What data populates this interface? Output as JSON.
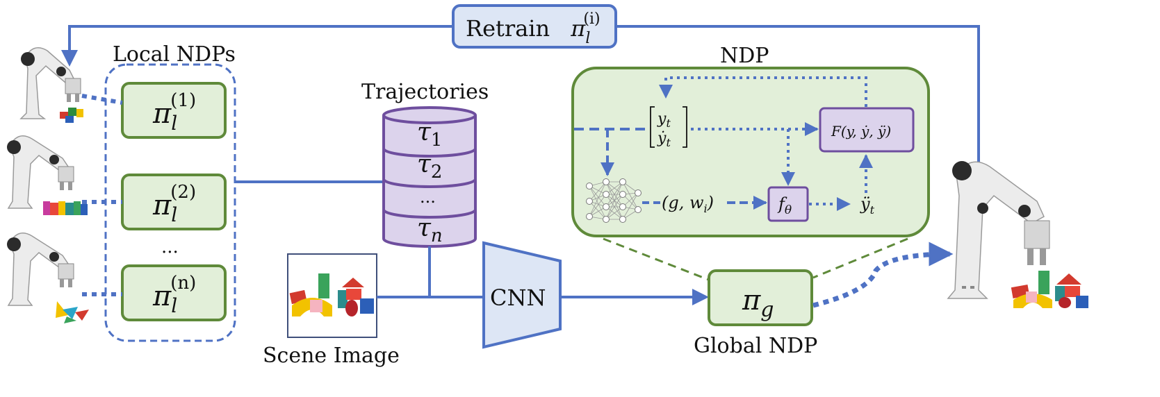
{
  "retrain": {
    "prefix": "Retrain",
    "pi": "π",
    "sub": "l",
    "sup": "(i)"
  },
  "local_ndps": {
    "title": "Local NDPs",
    "policies": [
      {
        "pi": "π",
        "sub": "l",
        "sup": "(1)"
      },
      {
        "pi": "π",
        "sub": "l",
        "sup": "(2)"
      },
      {
        "pi": "π",
        "sub": "l",
        "sup": "(n)"
      }
    ],
    "ellipsis": "..."
  },
  "trajectories": {
    "title": "Trajectories",
    "rows": [
      {
        "sym": "τ",
        "sub": "1"
      },
      {
        "sym": "τ",
        "sub": "2"
      },
      {
        "sym": "...",
        "sub": ""
      },
      {
        "sym": "τ",
        "sub": "n"
      }
    ]
  },
  "scene_image": {
    "label": "Scene Image"
  },
  "cnn": {
    "label": "CNN"
  },
  "global_ndp": {
    "label": "Global NDP",
    "pi": "π",
    "sub": "g"
  },
  "ndp": {
    "title": "NDP",
    "state": {
      "top": "y",
      "top_sub": "t",
      "bottom": "ẏ",
      "bottom_sub": "t"
    },
    "F_label": "F(y, ẏ, ÿ)",
    "f_theta": {
      "f": "f",
      "sub": "θ"
    },
    "goal_weights": {
      "text": "(g, w",
      "sub": "i",
      "close": ")"
    },
    "accel": {
      "sym": "ÿ",
      "sub": "t"
    }
  },
  "colors": {
    "blue": "#4F72C4",
    "green": "#5F8A3A",
    "green_fill": "#E2EFD9",
    "purple": "#6E4E9E",
    "purple_fill": "#DCD3EC",
    "light_blue_fill": "#DDE6F5"
  }
}
